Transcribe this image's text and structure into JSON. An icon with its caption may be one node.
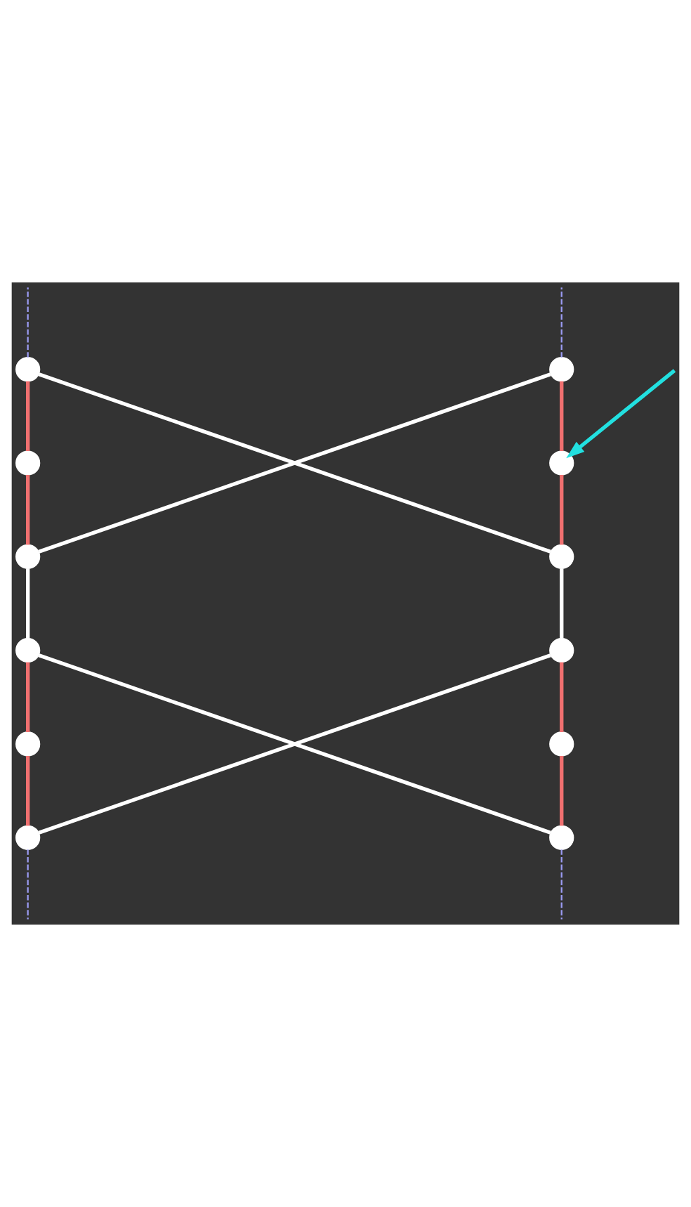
{
  "diagram": {
    "nodes": [
      {
        "text": [],
        "shape": "circle"
      },
      {
        "text": [],
        "shape": "circle"
      },
      {
        "text": [],
        "shape": "circle"
      },
      {
        "text": [],
        "shape": "circle"
      },
      {
        "text": [],
        "shape": "circle"
      },
      {
        "text": [],
        "shape": "circle"
      },
      {
        "text": [],
        "shape": "circle"
      },
      {
        "text": [],
        "shape": "circle"
      },
      {
        "text": [],
        "shape": "circle"
      },
      {
        "text": [],
        "shape": "circle"
      },
      {
        "text": [],
        "shape": "circle"
      },
      {
        "text": [],
        "shape": "circle"
      }
    ],
    "edges": [
      {
        "from": 0,
        "to": 2,
        "arrow": "none"
      },
      {
        "from": 2,
        "to": 4,
        "arrow": "none"
      },
      {
        "from": 4,
        "to": 6,
        "arrow": "none",
        "color": "#ffffff"
      },
      {
        "from": 6,
        "to": 8,
        "arrow": "none"
      },
      {
        "from": 8,
        "to": 10,
        "arrow": "none"
      },
      {
        "from": 1,
        "to": 3,
        "arrow": "none"
      },
      {
        "from": 3,
        "to": 5,
        "arrow": "none"
      },
      {
        "from": 5,
        "to": 7,
        "arrow": "none",
        "color": "#ffffff"
      },
      {
        "from": 7,
        "to": 9,
        "arrow": "none"
      },
      {
        "from": 9,
        "to": 11,
        "arrow": "none"
      },
      {
        "from": 0,
        "to": 5,
        "arrow": "none",
        "color": "#ffffff"
      },
      {
        "from": 1,
        "to": 4,
        "arrow": "none",
        "color": "#ffffff"
      },
      {
        "from": 6,
        "to": 11,
        "arrow": "none",
        "color": "#ffffff"
      },
      {
        "from": 7,
        "to": 10,
        "arrow": "none",
        "color": "#ffffff"
      },
      {
        "from": 0,
        "to": null,
        "arrow": "none",
        "style": "dashed",
        "color": "#9a9af0"
      },
      {
        "from": 1,
        "to": null,
        "arrow": "none",
        "style": "dashed",
        "color": "#9a9af0"
      },
      {
        "from": 10,
        "to": null,
        "arrow": "none",
        "style": "dashed",
        "color": "#9a9af0"
      },
      {
        "from": 11,
        "to": null,
        "arrow": "none",
        "style": "dashed",
        "color": "#9a9af0"
      },
      {
        "from": null,
        "to": 3,
        "arrow": "to",
        "color": "#22e0e0"
      }
    ]
  }
}
